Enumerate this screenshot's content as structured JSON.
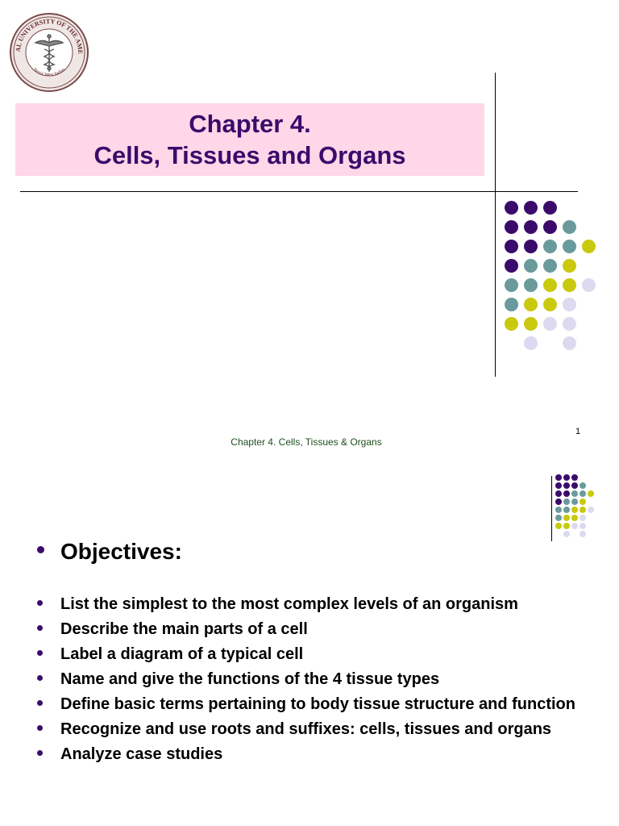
{
  "logo": {
    "seal_text": "MEDICAL UNIVERSITY OF THE AMERICAS",
    "seal_subtext": "Nevis West Indies"
  },
  "title": {
    "line1": "Chapter 4.",
    "line2": "Cells, Tissues and Organs"
  },
  "footer": {
    "text": "Chapter 4. Cells, Tissues & Organs",
    "page_number": "1"
  },
  "colors": {
    "purple": "#3b0b6b",
    "teal": "#6a9a9c",
    "yellow": "#c9c90e",
    "lavender": "#dcdaf0",
    "title_bg": "#ffd7e8"
  },
  "dot_pattern": [
    [
      "purple",
      "purple",
      "purple",
      "",
      ""
    ],
    [
      "purple",
      "purple",
      "purple",
      "teal",
      ""
    ],
    [
      "purple",
      "purple",
      "teal",
      "teal",
      "yellow"
    ],
    [
      "purple",
      "teal",
      "teal",
      "yellow",
      ""
    ],
    [
      "teal",
      "teal",
      "yellow",
      "yellow",
      "lavender"
    ],
    [
      "teal",
      "yellow",
      "yellow",
      "lavender",
      ""
    ],
    [
      "yellow",
      "yellow",
      "lavender",
      "lavender",
      ""
    ],
    [
      "",
      "lavender",
      "",
      "lavender",
      ""
    ]
  ],
  "objectives": {
    "heading": "Objectives:",
    "items": [
      "List the simplest to the most complex levels of an organism",
      "Describe the main parts of a cell",
      "Label a diagram of a typical cell",
      "Name and give the functions of the 4 tissue types",
      "Define basic terms pertaining to body tissue structure and function",
      "Recognize and use roots and suffixes: cells, tissues and organs",
      "Analyze case studies"
    ]
  }
}
